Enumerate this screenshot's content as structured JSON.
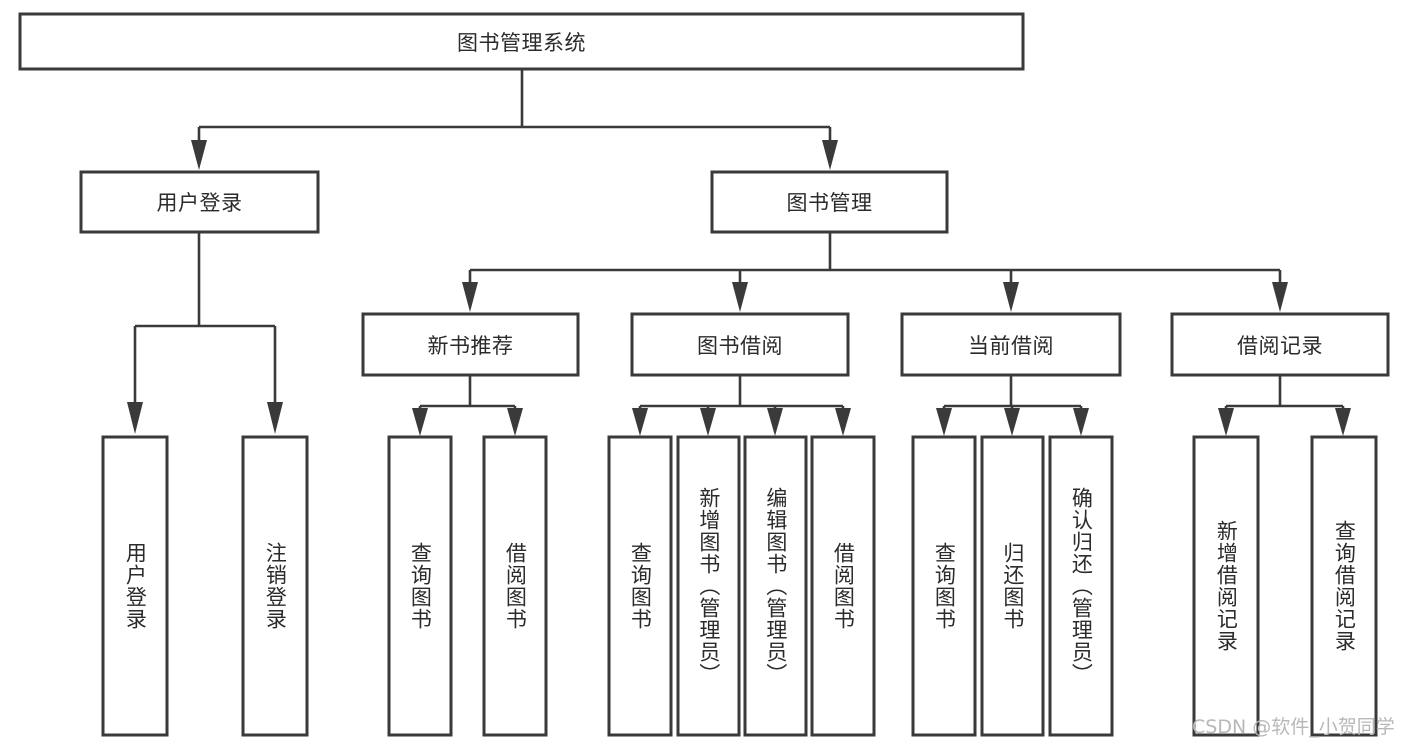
{
  "diagram": {
    "title": "图书管理系统",
    "type": "tree",
    "orientation": "top-down",
    "theme": {
      "background": "#ffffff",
      "box_fill": "#ffffff",
      "box_stroke": "#3a3a3a",
      "connector": "#3a3a3a",
      "text": "#2b2b2b",
      "watermark": "#b8b8b8"
    },
    "root": {
      "id": "root",
      "label": "图书管理系统"
    },
    "level2": [
      {
        "id": "user-login",
        "label": "用户登录"
      },
      {
        "id": "book-manage",
        "label": "图书管理"
      }
    ],
    "level3": [
      {
        "id": "new-book-rec",
        "label": "新书推荐",
        "parent": "book-manage"
      },
      {
        "id": "book-borrow",
        "label": "图书借阅",
        "parent": "book-manage"
      },
      {
        "id": "current-borrow",
        "label": "当前借阅",
        "parent": "book-manage"
      },
      {
        "id": "borrow-record",
        "label": "借阅记录",
        "parent": "book-manage"
      }
    ],
    "leaves": {
      "user-login": [
        {
          "id": "leaf-user-login",
          "label": "用户登录"
        },
        {
          "id": "leaf-logout",
          "label": "注销登录"
        }
      ],
      "new-book-rec": [
        {
          "id": "leaf-query-book-1",
          "label": "查询图书"
        },
        {
          "id": "leaf-borrow-book-1",
          "label": "借阅图书"
        }
      ],
      "book-borrow": [
        {
          "id": "leaf-query-book-2",
          "label": "查询图书"
        },
        {
          "id": "leaf-add-book",
          "label": "新增图书（管理员）"
        },
        {
          "id": "leaf-edit-book",
          "label": "编辑图书（管理员）"
        },
        {
          "id": "leaf-borrow-book-2",
          "label": "借阅图书"
        }
      ],
      "current-borrow": [
        {
          "id": "leaf-query-book-3",
          "label": "查询图书"
        },
        {
          "id": "leaf-return-book",
          "label": "归还图书"
        },
        {
          "id": "leaf-confirm-return",
          "label": "确认归还（管理员）"
        }
      ],
      "borrow-record": [
        {
          "id": "leaf-add-record",
          "label": "新增借阅记录"
        },
        {
          "id": "leaf-query-record",
          "label": "查询借阅记录"
        }
      ]
    }
  },
  "watermark": {
    "text": "CSDN @软件_小贺同学"
  }
}
